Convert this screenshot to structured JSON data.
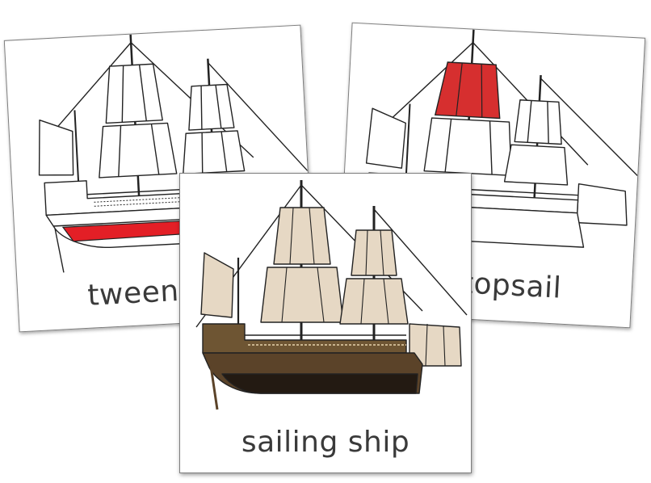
{
  "cards": {
    "left": {
      "label": "tween",
      "highlight": "deck",
      "highlight_color": "#e31f26"
    },
    "right": {
      "label": "topsail",
      "highlight": "topsail",
      "highlight_color": "#d62f2f"
    },
    "front": {
      "label": "sailing ship",
      "hull_color": "#6e5533",
      "sail_color": "#e6d8c4"
    }
  }
}
